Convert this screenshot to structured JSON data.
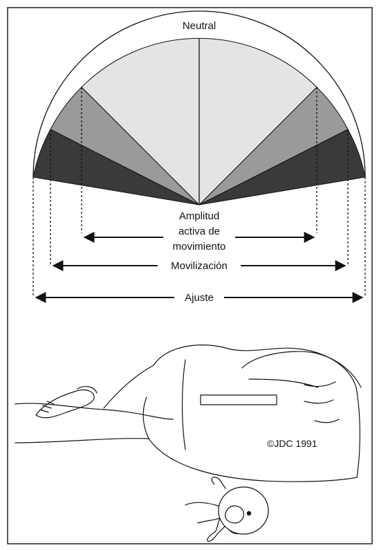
{
  "diagram": {
    "label_neutral": "Neutral",
    "label_active_range_line1": "Amplitud",
    "label_active_range_line2": "activa de",
    "label_active_range_line3": "movimiento",
    "label_mobilization": "Movilización",
    "label_adjustment": "Ajuste",
    "zone_colors": {
      "active": "#e4e4e4",
      "mobilization": "#9a9a9a",
      "adjustment": "#3a3a3a"
    }
  },
  "illustration": {
    "credit": "©JDC 1991"
  }
}
